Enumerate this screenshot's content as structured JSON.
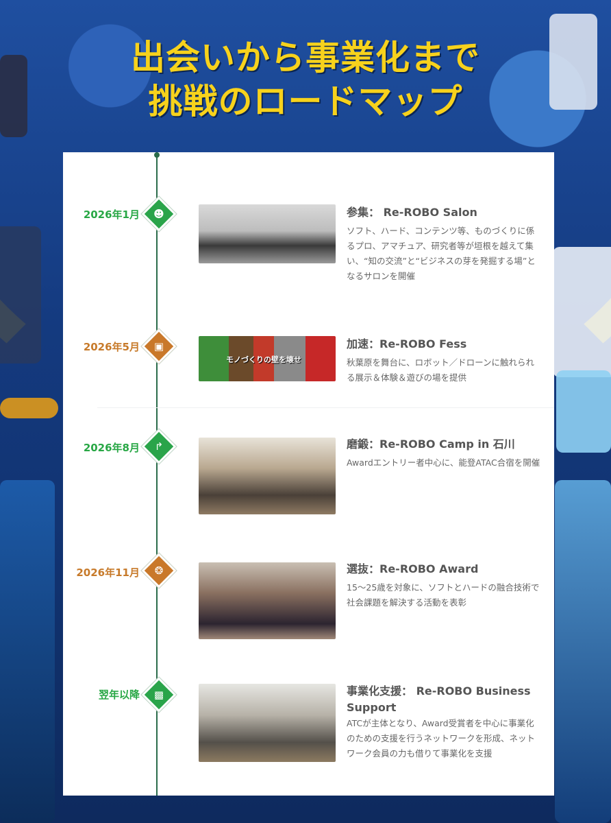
{
  "heading": {
    "line1": "出会いから事業化まで",
    "line2": "挑戦のロードマップ"
  },
  "colors": {
    "accent_green": "#28a745",
    "accent_orange": "#c77a2a",
    "title_yellow": "#f7d21c",
    "background_blue": "#143a7f"
  },
  "timeline": [
    {
      "date": "2026年1月",
      "icon": "people-group-icon",
      "title": "参集： Re-ROBO Salon",
      "description": "ソフト、ハード、コンテンツ等、ものづくりに係るプロ、アマチュア、研究者等が垣根を越えて集い、“知の交流”と“ビジネスの芽を発掘する場”となるサロンを開催"
    },
    {
      "date": "2026年5月",
      "icon": "robot-icon",
      "title": "加速：Re-ROBO Fess",
      "photo_caption": "モノづくりの壁を壊せ",
      "description": "秋葉原を舞台に、ロボット／ドローンに触れられる展示＆体験＆遊びの場を提供"
    },
    {
      "date": "2026年8月",
      "icon": "turn-arrow-icon",
      "title": "磨鍛：Re-ROBO Camp in 石川",
      "description": "Awardエントリー者中心に、能登ATAC合宿を開催"
    },
    {
      "date": "2026年11月",
      "icon": "award-medal-icon",
      "title": "選抜：Re-ROBO Award",
      "description": "15〜25歳を対象に、ソフトとハードの融合技術で社会課題を解決する活動を表彰"
    },
    {
      "date": "翌年以降",
      "icon": "business-briefcase-icon",
      "title": "事業化支援： Re-ROBO Business Support",
      "description": "ATCが主体となり、Award受賞者を中心に事業化のための支援を行うネットワークを形成、ネットワーク会員の力も借りて事業化を支援"
    }
  ]
}
